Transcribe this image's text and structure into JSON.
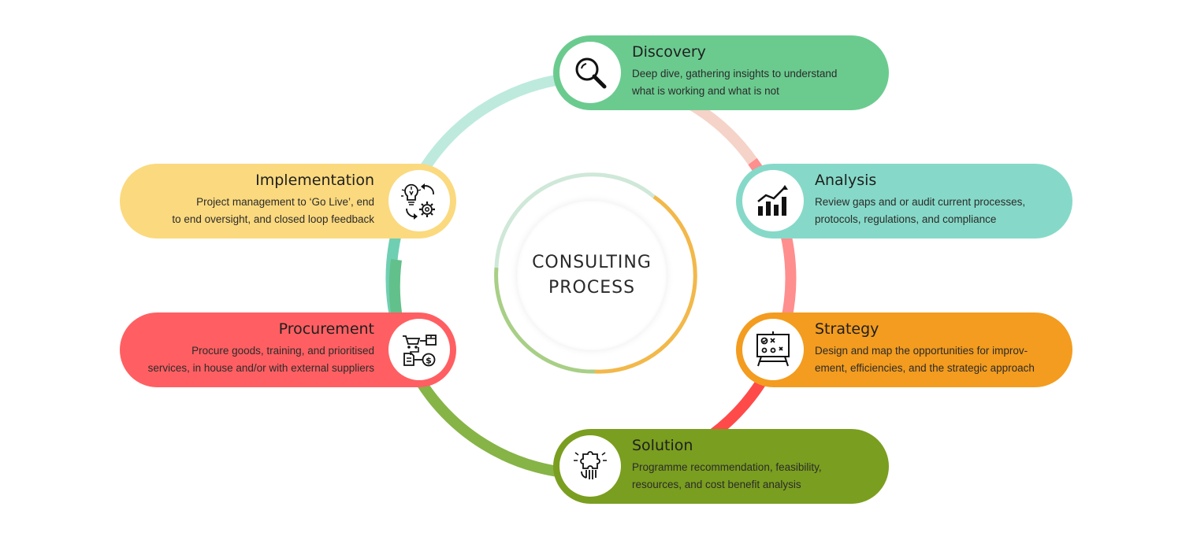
{
  "center": {
    "line1": "CONSULTING",
    "line2": "PROCESS"
  },
  "steps": [
    {
      "title": "Discovery",
      "desc": [
        "Deep dive, gathering insights to understand",
        "what is working and what is not"
      ],
      "color": "#6bcb8f",
      "icon": "magnifier-icon"
    },
    {
      "title": "Analysis",
      "desc": [
        "Review gaps and or audit current processes,",
        "protocols, regulations, and compliance"
      ],
      "color": "#86d9c8",
      "icon": "bar-chart-trend-icon"
    },
    {
      "title": "Strategy",
      "desc": [
        "Design and map the opportunities for improv-",
        "ement, efficiencies, and the strategic approach"
      ],
      "color": "#f39c1f",
      "icon": "strategy-board-icon"
    },
    {
      "title": "Solution",
      "desc": [
        "Programme recommendation, feasibility,",
        "resources, and cost benefit analysis"
      ],
      "color": "#7a9e1f",
      "icon": "puzzle-hand-icon"
    },
    {
      "title": "Procurement",
      "desc": [
        "Procure goods, training, and prioritised",
        "services, in house and/or with external suppliers"
      ],
      "color": "#ff5f62",
      "icon": "procurement-icon"
    },
    {
      "title": "Implementation",
      "desc": [
        "Project management to ‘Go Live’, end",
        "to end oversight, and closed loop feedback"
      ],
      "color": "#fbd97e",
      "icon": "idea-gear-icon"
    }
  ]
}
